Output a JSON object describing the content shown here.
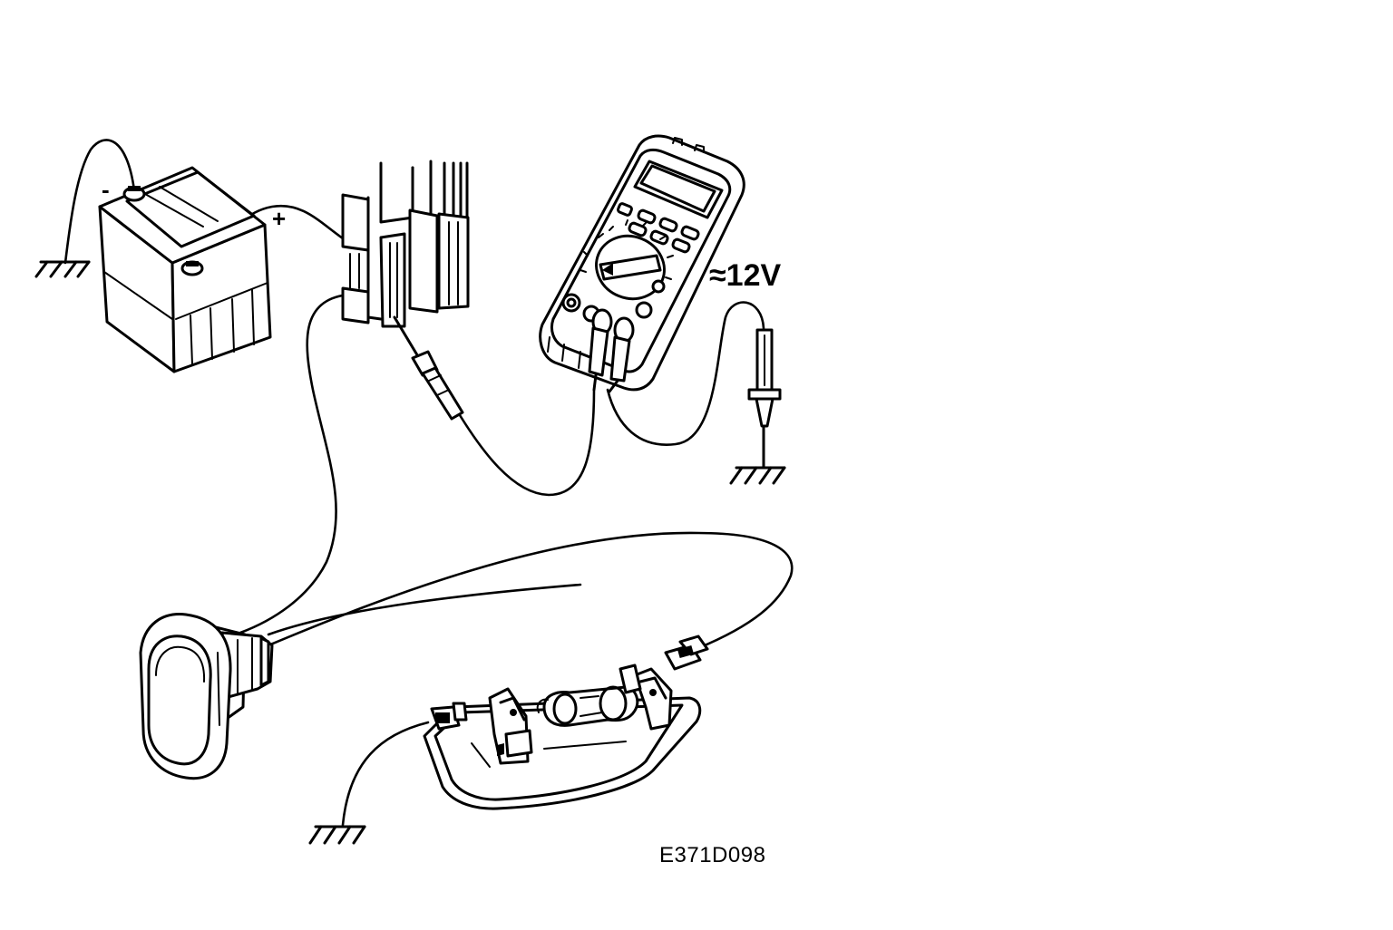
{
  "labels": {
    "battery_negative": "-",
    "battery_positive": "+",
    "voltage": "≈12V",
    "figure_code": "E371D098"
  },
  "colors": {
    "ink": "#000000",
    "paper": "#ffffff"
  },
  "components": [
    {
      "name": "battery",
      "icon": "battery-icon"
    },
    {
      "name": "fuse-box",
      "icon": "fuse-box-icon"
    },
    {
      "name": "multimeter",
      "icon": "multimeter-icon"
    },
    {
      "name": "test-probe",
      "icon": "probe-icon"
    },
    {
      "name": "rocker-switch",
      "icon": "switch-icon"
    },
    {
      "name": "lamp-unit",
      "icon": "lamp-icon"
    },
    {
      "name": "ground",
      "icon": "ground-symbol-icon"
    }
  ]
}
